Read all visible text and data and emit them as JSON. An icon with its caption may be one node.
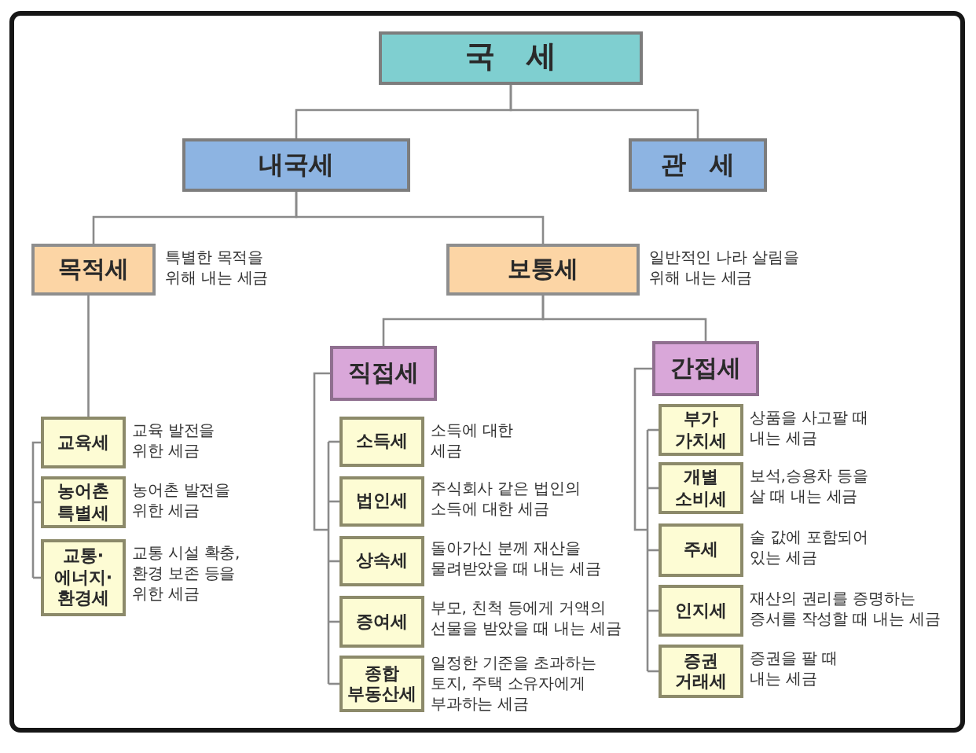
{
  "diagram": {
    "nodes": [
      {
        "text": [
          "국 세"
        ]
      },
      {
        "text": [
          "내국세"
        ]
      },
      {
        "text": [
          "관 세"
        ]
      },
      {
        "text": [
          "목적세"
        ],
        "beside": [
          "특별한 목적을 위해 내는 세금"
        ]
      },
      {
        "text": [
          "보통세"
        ],
        "beside": [
          "일반적인 나라 살림을 위해 내는 세금"
        ]
      },
      {
        "text": [
          "직접세"
        ]
      },
      {
        "text": [
          "간접세"
        ]
      },
      {
        "text": [
          "교육세"
        ],
        "beside": [
          "교육 발전을 위한 세금"
        ]
      },
      {
        "text": [
          "농어촌 특별세"
        ],
        "beside": [
          "농어촌 발전을 위한 세금"
        ]
      },
      {
        "text": [
          "교통· 에너지· 환경세"
        ],
        "beside": [
          "교통 시설 확충, 환경 보존 등을 위한 세금"
        ]
      },
      {
        "text": [
          "소득세"
        ],
        "beside": [
          "소득에 대한 세금"
        ]
      },
      {
        "text": [
          "법인세"
        ],
        "beside": [
          "주식회사 같은 법인의 소득에 대한 세금"
        ]
      },
      {
        "text": [
          "상속세"
        ],
        "beside": [
          "돌아가신 분께 재산을 물려받았을 때 내는 세금"
        ]
      },
      {
        "text": [
          "증여세"
        ],
        "beside": [
          "부모, 친척 등에게 거액의 선물을 받았을 때 내는 세금"
        ]
      },
      {
        "text": [
          "종합 부동산세"
        ],
        "beside": [
          "일정한 기준을 초과하는 토지, 주택 소유자에게 부과하는 세금"
        ]
      },
      {
        "text": [
          "부가 가치세"
        ],
        "beside": [
          "상품을 사고팔 때 내는 세금"
        ]
      },
      {
        "text": [
          "개별 소비세"
        ],
        "beside": [
          "보석,승용차 등을 살 때 내는 세금"
        ]
      },
      {
        "text": [
          "주세"
        ],
        "beside": [
          "술 값에 포함되어 있는 세금"
        ]
      },
      {
        "text": [
          "인지세"
        ],
        "beside": [
          "재산의 권리를 증명하는 증서를 작성할 때 내는 세금"
        ]
      },
      {
        "text": [
          "증권 거래세"
        ],
        "beside": [
          "증권을 팔 때 내는 세금"
        ]
      }
    ],
    "edges": [
      {
        "from": 0,
        "to": 1,
        "arrow": "none"
      },
      {
        "from": 0,
        "to": 2,
        "arrow": "none"
      },
      {
        "from": 1,
        "to": 3,
        "arrow": "none"
      },
      {
        "from": 1,
        "to": 4,
        "arrow": "none"
      },
      {
        "from": 4,
        "to": 5,
        "arrow": "none"
      },
      {
        "from": 4,
        "to": 6,
        "arrow": "none"
      },
      {
        "from": 3,
        "to": 7,
        "arrow": "none"
      },
      {
        "from": 7,
        "to": 8,
        "arrow": "none"
      },
      {
        "from": 7,
        "to": 9,
        "arrow": "none"
      },
      {
        "from": 5,
        "to": 10,
        "arrow": "none"
      },
      {
        "from": 5,
        "to": 11,
        "arrow": "none"
      },
      {
        "from": 5,
        "to": 12,
        "arrow": "none"
      },
      {
        "from": 5,
        "to": 13,
        "arrow": "none"
      },
      {
        "from": 5,
        "to": 14,
        "arrow": "none"
      },
      {
        "from": 6,
        "to": 15,
        "arrow": "none"
      },
      {
        "from": 6,
        "to": 16,
        "arrow": "none"
      },
      {
        "from": 6,
        "to": 17,
        "arrow": "none"
      },
      {
        "from": 6,
        "to": 18,
        "arrow": "none"
      },
      {
        "from": 6,
        "to": 19,
        "arrow": "none"
      }
    ]
  }
}
